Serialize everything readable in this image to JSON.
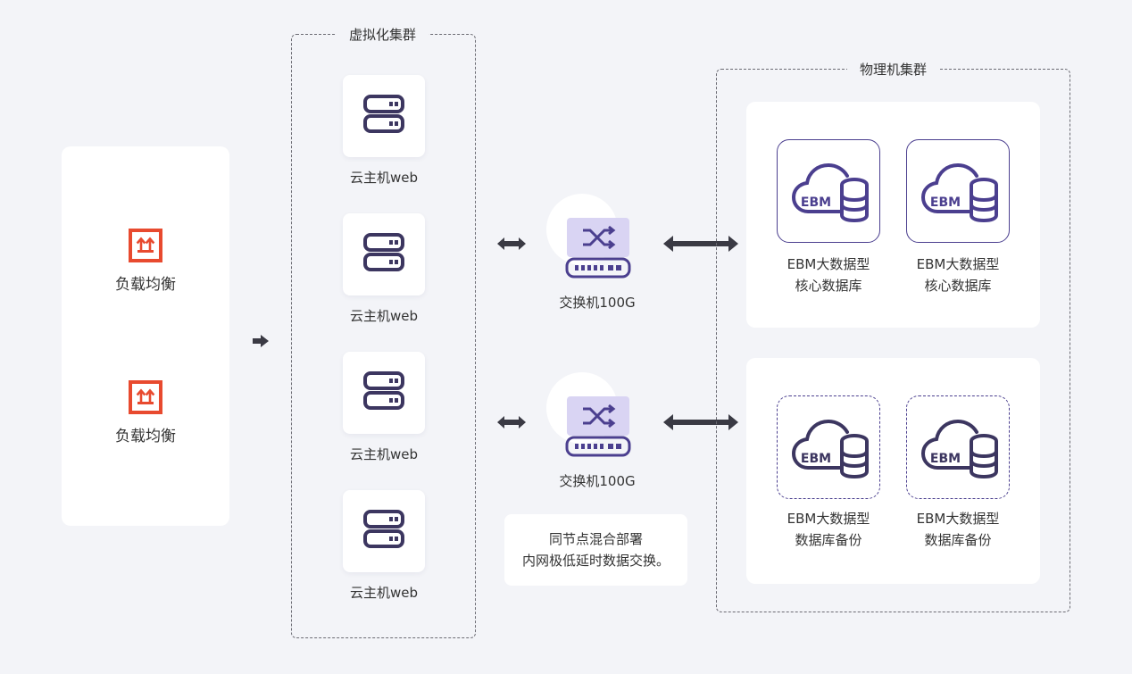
{
  "load_balancer": {
    "items": [
      {
        "label": "负载均衡",
        "icon": "load-balancer-icon"
      },
      {
        "label": "负载均衡",
        "icon": "load-balancer-icon"
      }
    ],
    "accent": "#e84a2f"
  },
  "virtual_cluster": {
    "title": "虚拟化集群",
    "vms": [
      {
        "label": "云主机web",
        "icon": "server-icon"
      },
      {
        "label": "云主机web",
        "icon": "server-icon"
      },
      {
        "label": "云主机web",
        "icon": "server-icon"
      },
      {
        "label": "云主机web",
        "icon": "server-icon"
      }
    ]
  },
  "switches": [
    {
      "label": "交换机100G",
      "icon": "switch-icon"
    },
    {
      "label": "交换机100G",
      "icon": "switch-icon"
    }
  ],
  "note": {
    "line1": "同节点混合部署",
    "line2": "内网极低延时数据交换。"
  },
  "physical_cluster": {
    "title": "物理机集群",
    "core_group": [
      {
        "badge": "EBM",
        "line1": "EBM大数据型",
        "line2": "核心数据库"
      },
      {
        "badge": "EBM",
        "line1": "EBM大数据型",
        "line2": "核心数据库"
      }
    ],
    "backup_group": [
      {
        "badge": "EBM",
        "line1": "EBM大数据型",
        "line2": "数据库备份"
      },
      {
        "badge": "EBM",
        "line1": "EBM大数据型",
        "line2": "数据库备份"
      }
    ]
  },
  "colors": {
    "primary": "#4b3f8f",
    "background": "#f3f4f8",
    "arrow": "#3a3a44"
  }
}
